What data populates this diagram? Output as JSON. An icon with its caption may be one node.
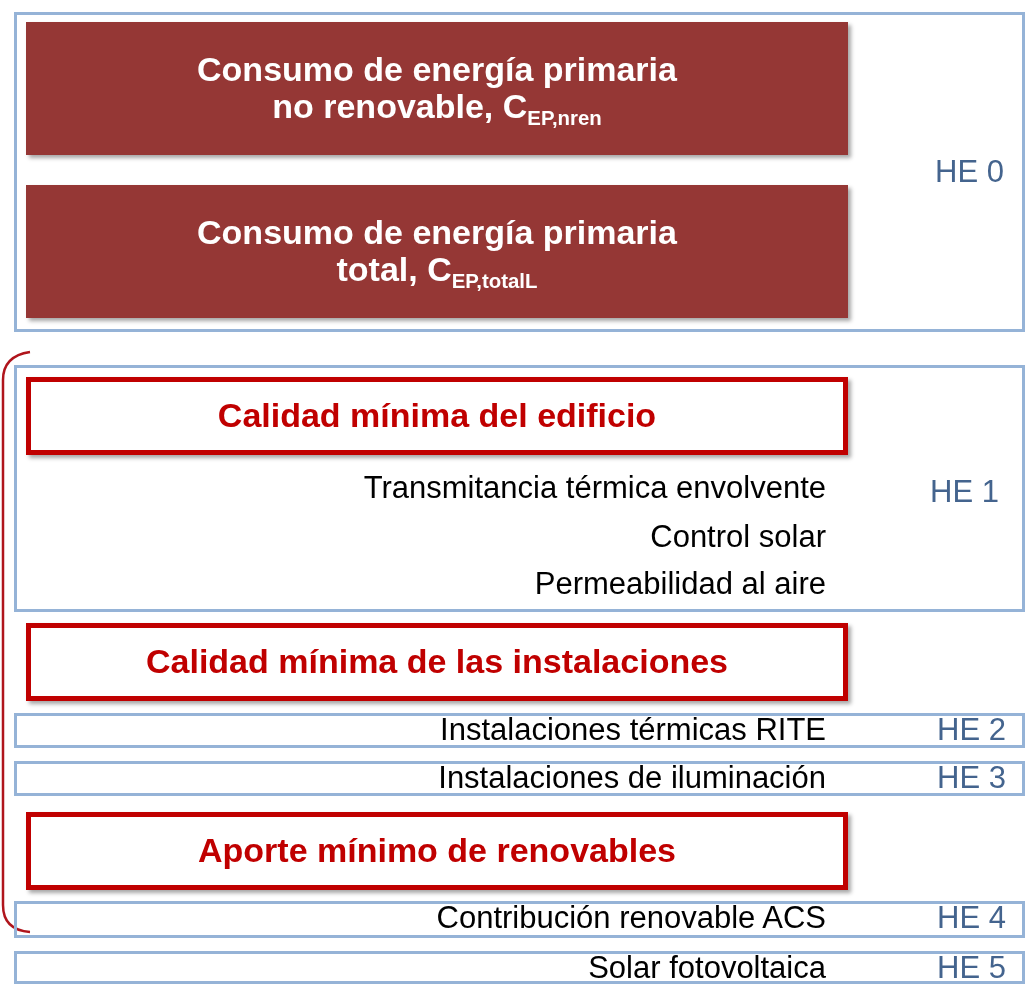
{
  "diagram": {
    "nodes": [
      {
        "text": [
          "HE 0"
        ]
      },
      {
        "text": [
          "Consumo de energía primaria no renovable, C$_{EP,nren}$"
        ],
        "in": 0
      },
      {
        "text": [
          "Consumo de energía primaria total, C$_{EP,totalL}$"
        ],
        "in": 0
      },
      {
        "text": [
          "Transmitancia térmica envolvente",
          "Control solar",
          "Permeabilidad al aire",
          "HE 1"
        ]
      },
      {
        "text": [
          "Calidad mínima del edificio"
        ],
        "in": 3
      },
      {
        "text": [
          "Calidad mínima de las instalaciones"
        ]
      },
      {
        "text": [
          "Instalaciones térmicas RITE",
          "HE 2"
        ]
      },
      {
        "text": [
          "Instalaciones de iluminación",
          "HE 3"
        ]
      },
      {
        "text": [
          "Aporte mínimo de renovables"
        ]
      },
      {
        "text": [
          "Contribución renovable ACS",
          "HE 4"
        ]
      },
      {
        "text": [
          "Solar fotovoltaica",
          "HE 5"
        ]
      }
    ]
  }
}
